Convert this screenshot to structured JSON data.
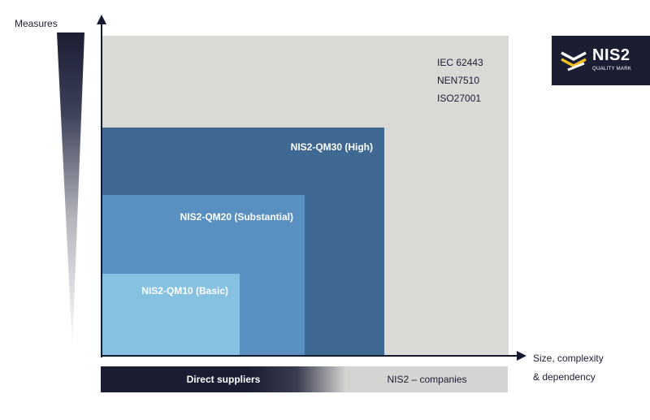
{
  "y_axis_label": "Measures",
  "x_axis_label": [
    "Size, complexity",
    "& dependency"
  ],
  "levels": [
    {
      "label": "NIS2-QM10 (Basic)",
      "color": "#87c1e1"
    },
    {
      "label": "NIS2-QM20 (Substantial)",
      "color": "#5a8fc2"
    },
    {
      "label": "NIS2-QM30 (High)",
      "color": "#3f6992"
    }
  ],
  "standards": [
    "IEC 62443",
    "NEN7510",
    "ISO27001"
  ],
  "bar": {
    "left": "Direct suppliers",
    "right": "NIS2 – companies"
  },
  "logo": {
    "title": "NIS2",
    "subtitle": "QUALITY MARK"
  },
  "colors": {
    "dark": "#1b1e33",
    "outer_box": "#d9d9d6",
    "accent": "#f0c020"
  }
}
